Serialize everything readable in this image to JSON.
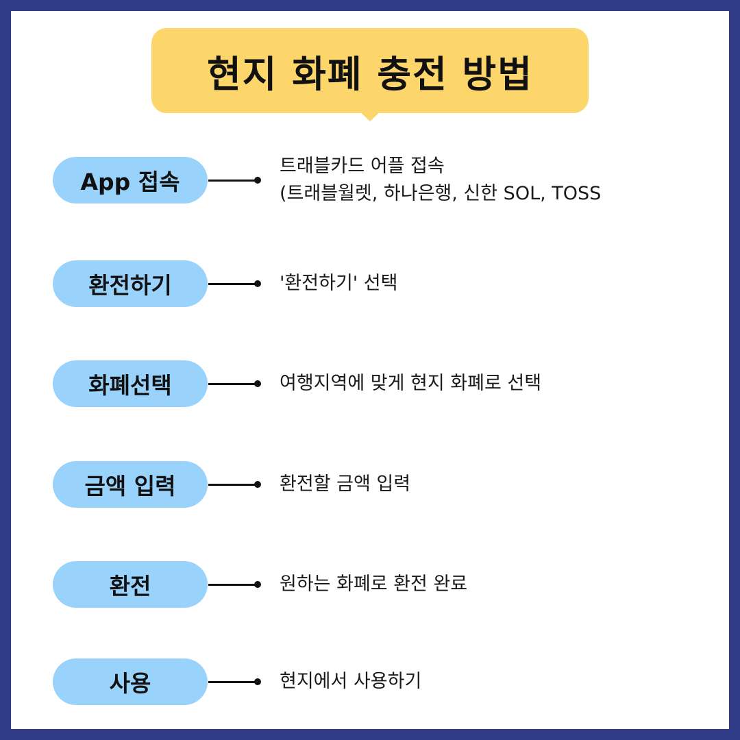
{
  "title": "현지 화폐 충전 방법",
  "steps": [
    {
      "label": "App 접속",
      "desc_lines": [
        "트래블카드 어플 접속",
        "(트래블월렛, 하나은행, 신한 SOL, TOSS"
      ]
    },
    {
      "label": "환전하기",
      "desc_lines": [
        "'환전하기' 선택"
      ]
    },
    {
      "label": "화폐선택",
      "desc_lines": [
        "여행지역에 맞게 현지 화폐로 선택"
      ]
    },
    {
      "label": "금액 입력",
      "desc_lines": [
        "환전할 금액 입력"
      ]
    },
    {
      "label": "환전",
      "desc_lines": [
        "원하는 화폐로 환전 완료"
      ]
    },
    {
      "label": "사용",
      "desc_lines": [
        "현지에서 사용하기"
      ]
    }
  ],
  "colors": {
    "frame": "#2f3b86",
    "title_bubble": "#fcd66a",
    "pill": "#99d2fb"
  }
}
